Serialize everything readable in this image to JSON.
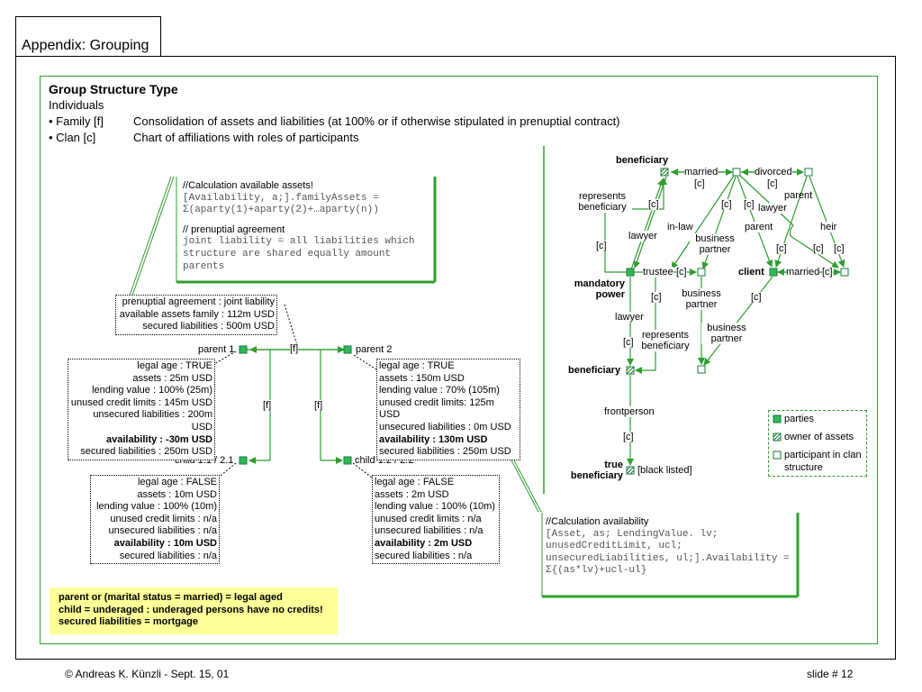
{
  "header": {
    "title": "Appendix: Grouping"
  },
  "heading": "Group Structure Type",
  "subheading": "Individuals",
  "bullets": [
    {
      "term": "•   Family [f]",
      "desc": "Consolidation of assets and liabilities (at 100% or if otherwise stipulated in prenuptial contract)"
    },
    {
      "term": "•   Clan [c]",
      "desc": "Chart of affiliations with roles of participants"
    }
  ],
  "calc_assets": {
    "comment": "//Calculation available assets!",
    "code1": "[Availability, a;].familyAssets =",
    "code2": "Σ(aparty(1)+aparty(2)+…aparty(n))",
    "comment2": "// prenuptial agreement",
    "code3": "joint liability = all liabilities which",
    "code4": "structure are shared equally amount",
    "code5": "parents"
  },
  "prenup": {
    "lines": [
      "prenuptial agreement : joint liability",
      "available assets family : 112m USD",
      "secured liabilities : 500m USD"
    ]
  },
  "family": {
    "parent1": "parent 1",
    "parent2": "parent 2",
    "child11": "child 1.1 / 2.1",
    "child12": "child 1.2 / 2.2",
    "link_f": "[f]"
  },
  "parent1_info": {
    "lines": [
      "legal age : TRUE",
      "assets : 25m USD",
      "lending value : 100% (25m)",
      "unused credit limits : 145m USD",
      "unsecured liabilities : 200m USD"
    ],
    "availability": "availability : -30m USD",
    "secured": "secured liabilities : 250m USD"
  },
  "parent2_info": {
    "lines": [
      "legal age : TRUE",
      "assets : 150m USD",
      "lending value : 70% (105m)",
      "unused credit limits: 125m USD",
      "unsecured liabilities : 0m USD"
    ],
    "availability": "availability : 130m USD",
    "secured": "secured liabilities : 250m USD"
  },
  "child11_info": {
    "lines": [
      "legal age : FALSE",
      "assets : 10m USD",
      "lending value : 100% (10m)",
      "unused credit limits : n/a",
      "unsecured liabilities : n/a"
    ],
    "availability": "availability : 10m USD",
    "secured": "secured liabilities : n/a"
  },
  "child12_info": {
    "lines": [
      "legal age : FALSE",
      "assets : 2m USD",
      "lending value : 100% (10m)",
      "unused credit limits : n/a",
      "unsecured liabilities : n/a"
    ],
    "availability": "availability : 2m USD",
    "secured": "secured liabilities : n/a"
  },
  "calc_availability": {
    "comment": "//Calculation availability",
    "code1": "[Asset, as; LendingValue. lv;",
    "code2": "unusedCreditLimit, ucl;",
    "code3": "unsecuredLiabilities, ul;].Availability =",
    "code4": "Σ{(as*lv)+ucl-ul}"
  },
  "rules": [
    "parent or (marital status = married) = legal aged",
    "child = underaged : underaged persons have no credits!",
    "secured liabilities = mortgage"
  ],
  "clan": {
    "beneficiary_top": "beneficiary",
    "married": "married",
    "divorced": "divorced",
    "c": "[c]",
    "represents": "represents",
    "beneficiary_word": "beneficiary",
    "parent": "parent",
    "lawyer": "lawyer",
    "in_law": "in-law",
    "business": "business",
    "partner": "partner",
    "heir": "heir",
    "mandatory": "mandatory",
    "power": "power",
    "trustee": "trustee",
    "client": "client",
    "beneficiary_mid": "beneficiary",
    "frontperson": "frontperson",
    "true_word": "true",
    "black_listed": "[black listed]"
  },
  "legend": {
    "parties": "parties",
    "owner": "owner of assets",
    "participant1": "participant in clan",
    "participant2": "structure"
  },
  "footer": {
    "author": "© Andreas K. Künzli - Sept. 15, 01",
    "slide": "slide # 12"
  },
  "colors": {
    "accent_green": "#2f9e2f",
    "node_fill": "#2fb85a",
    "note_bg": "#ffff99"
  }
}
